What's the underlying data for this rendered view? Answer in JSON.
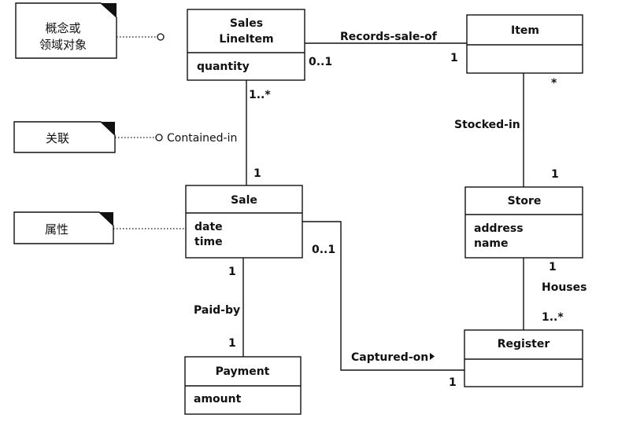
{
  "notes": {
    "concept": [
      "概念或",
      "领域对象"
    ],
    "association": "关联",
    "attribute": "属性"
  },
  "classes": {
    "sales_line_item": {
      "name": [
        "Sales",
        "LineItem"
      ],
      "attributes": [
        "quantity"
      ]
    },
    "item": {
      "name": "Item",
      "attributes": []
    },
    "sale": {
      "name": "Sale",
      "attributes": [
        "date",
        "time"
      ]
    },
    "store": {
      "name": "Store",
      "attributes": [
        "address",
        "name"
      ]
    },
    "payment": {
      "name": "Payment",
      "attributes": [
        "amount"
      ]
    },
    "register": {
      "name": "Register",
      "attributes": []
    }
  },
  "associations": {
    "records_sale_of": {
      "label": "Records-sale-of",
      "end_line_item": "0..1",
      "end_item": "1"
    },
    "contained_in": {
      "label": "Contained-in",
      "end_line_item": "1..*",
      "end_sale": "1"
    },
    "stocked_in": {
      "label": "Stocked-in",
      "end_item": "*",
      "end_store": "1"
    },
    "paid_by": {
      "label": "Paid-by",
      "end_sale": "1",
      "end_payment": "1"
    },
    "houses": {
      "label": "Houses",
      "end_store": "1",
      "end_register": "1..*"
    },
    "captured_on": {
      "label": "Captured-on",
      "end_sale": "0..1",
      "end_register": "1"
    }
  }
}
